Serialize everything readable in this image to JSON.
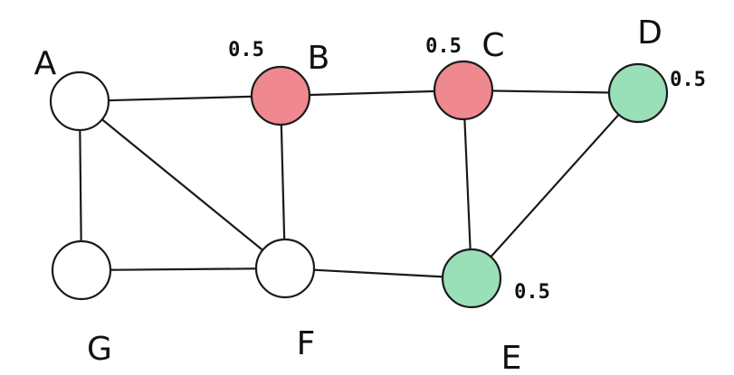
{
  "graph": {
    "nodes": [
      {
        "id": "A",
        "label": "A",
        "fill": "#ffffff",
        "stroke": "#1f77c4",
        "weight": ""
      },
      {
        "id": "B",
        "label": "B",
        "fill": "#f08890",
        "stroke": "#1a1a1a",
        "weight": "0.5"
      },
      {
        "id": "C",
        "label": "C",
        "fill": "#f08890",
        "stroke": "#1a1a1a",
        "weight": "0.5"
      },
      {
        "id": "D",
        "label": "D",
        "fill": "#99e0b8",
        "stroke": "#1a1a1a",
        "weight": "0.5"
      },
      {
        "id": "E",
        "label": "E",
        "fill": "#99e0b8",
        "stroke": "#1a1a1a",
        "weight": "0.5"
      },
      {
        "id": "F",
        "label": "F",
        "fill": "#ffffff",
        "stroke": "#1a1a1a",
        "weight": ""
      },
      {
        "id": "G",
        "label": "G",
        "fill": "#ffffff",
        "stroke": "#1a1a1a",
        "weight": ""
      }
    ],
    "edges": [
      [
        "A",
        "B"
      ],
      [
        "B",
        "C"
      ],
      [
        "C",
        "D"
      ],
      [
        "A",
        "G"
      ],
      [
        "A",
        "F"
      ],
      [
        "B",
        "F"
      ],
      [
        "G",
        "F"
      ],
      [
        "F",
        "E"
      ],
      [
        "C",
        "E"
      ],
      [
        "D",
        "E"
      ]
    ]
  }
}
